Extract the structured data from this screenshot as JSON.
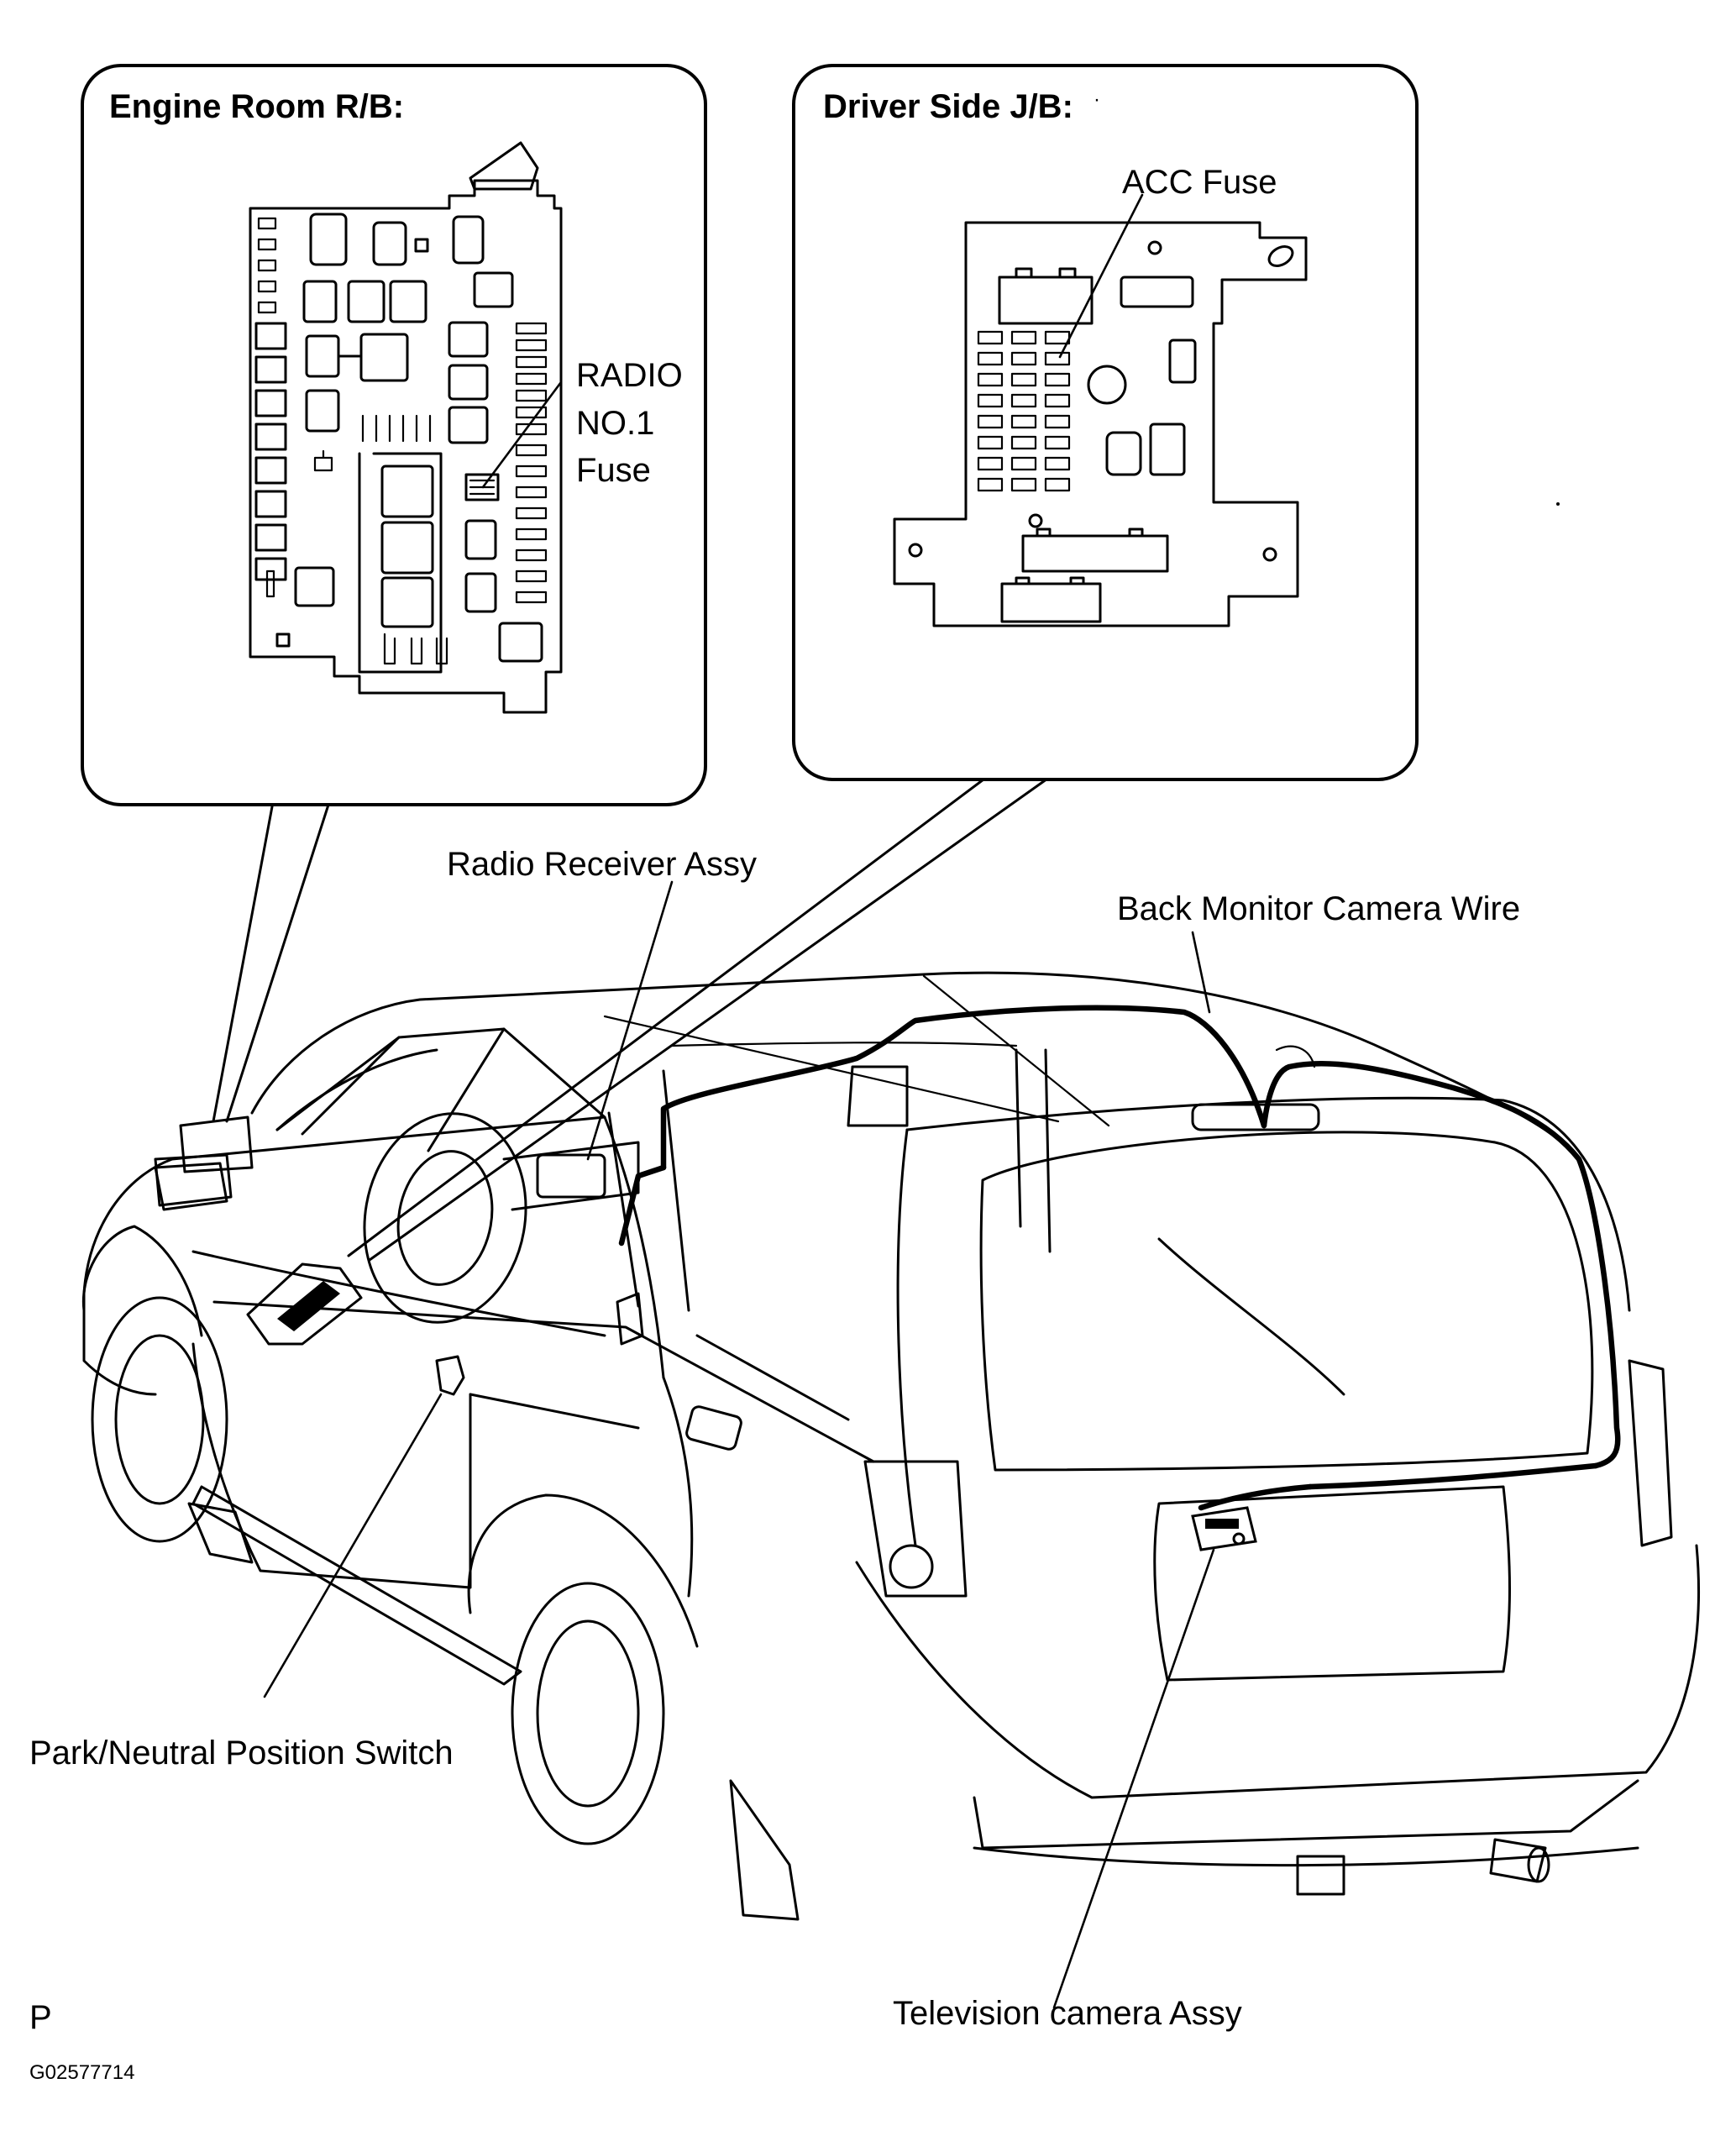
{
  "callouts": {
    "engine_room": {
      "title": "Engine Room R/B:"
    },
    "driver_side": {
      "title": "Driver Side J/B:"
    }
  },
  "labels": {
    "radio_fuse_line1": "RADIO",
    "radio_fuse_line2": "NO.1",
    "radio_fuse_line3": "Fuse",
    "acc_fuse": "ACC Fuse",
    "radio_receiver": "Radio Receiver Assy",
    "back_monitor_wire": "Back Monitor Camera Wire",
    "park_neutral_switch": "Park/Neutral Position Switch",
    "television_camera": "Television camera Assy"
  },
  "footer": {
    "view_marker": "P",
    "figure_code": "G02577714"
  }
}
